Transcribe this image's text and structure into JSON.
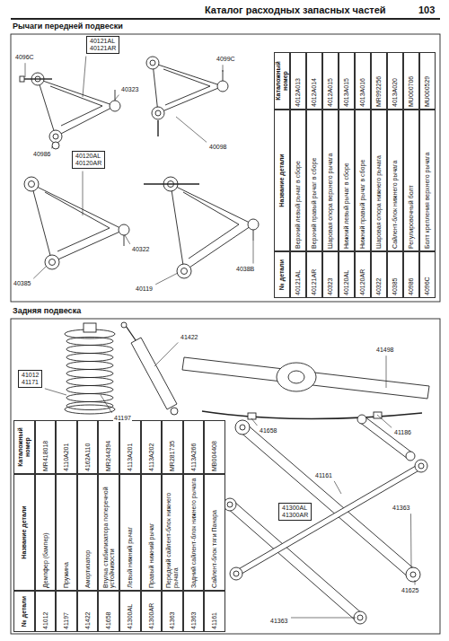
{
  "diagram": {
    "title": "Каталог расходных запасных частей",
    "nodes": [
      {
        "text": [
          "40121AL",
          "40121AR"
        ]
      },
      {
        "text": [
          "40120AL",
          "40120AR"
        ]
      },
      {
        "text": [
          "41012",
          "41171"
        ]
      },
      {
        "text": [
          "41300AL",
          "41300AR"
        ]
      }
    ],
    "labels": [
      "Рычаги передней подвески",
      "Задняя подвеска",
      "103",
      "№ детали",
      "Название детали",
      "Каталожный номер",
      "40121AL",
      "Верхний левый рычаг в сборе",
      "4012A013",
      "40121AR",
      "Верхний правый рычаг в сборе",
      "4012A014",
      "40323",
      "Шаровая опора верхнего рычага",
      "4012A015",
      "40120AL",
      "Нижний левый рычаг в сборе",
      "4013A015",
      "40120AR",
      "Нижний правый рычаг в сборе",
      "4013A016",
      "40322",
      "Шаровая опора нижнего рычага",
      "MR992256",
      "40385",
      "Сайлент-блок нижнего рычага",
      "4013A020",
      "40986",
      "Регулировочный болт",
      "MU000706",
      "4096C",
      "Болт крепления верхнего рычага",
      "MU000529",
      "№ детали",
      "Название детали",
      "Каталожный номер",
      "41012",
      "Демпфер (бампер)",
      "MR418018",
      "41197",
      "Пружина",
      "4110A201",
      "41422",
      "Амортизатор",
      "4162A110",
      "41658",
      "Втулка стабилизатора поперечной устойчивости",
      "MR244394",
      "41300AL",
      "Левый нижний рычаг",
      "4113A201",
      "41300AR",
      "Правый нижний рычаг",
      "4113A202",
      "41363",
      "Передний сайлент-блок нижнего рычага",
      "MR281735",
      "41363",
      "Задний сайлент-блок нижнего рычага",
      "4113A266",
      "41161",
      "Сайлент-блок тяги Панара",
      "MB004408",
      "4096C",
      "40323",
      "40986",
      "40385",
      "40322",
      "4099C",
      "40098",
      "40119",
      "4038B",
      "41197",
      "41422",
      "41658",
      "41498",
      "41186",
      "41363",
      "41363",
      "41161",
      "41625"
    ]
  }
}
